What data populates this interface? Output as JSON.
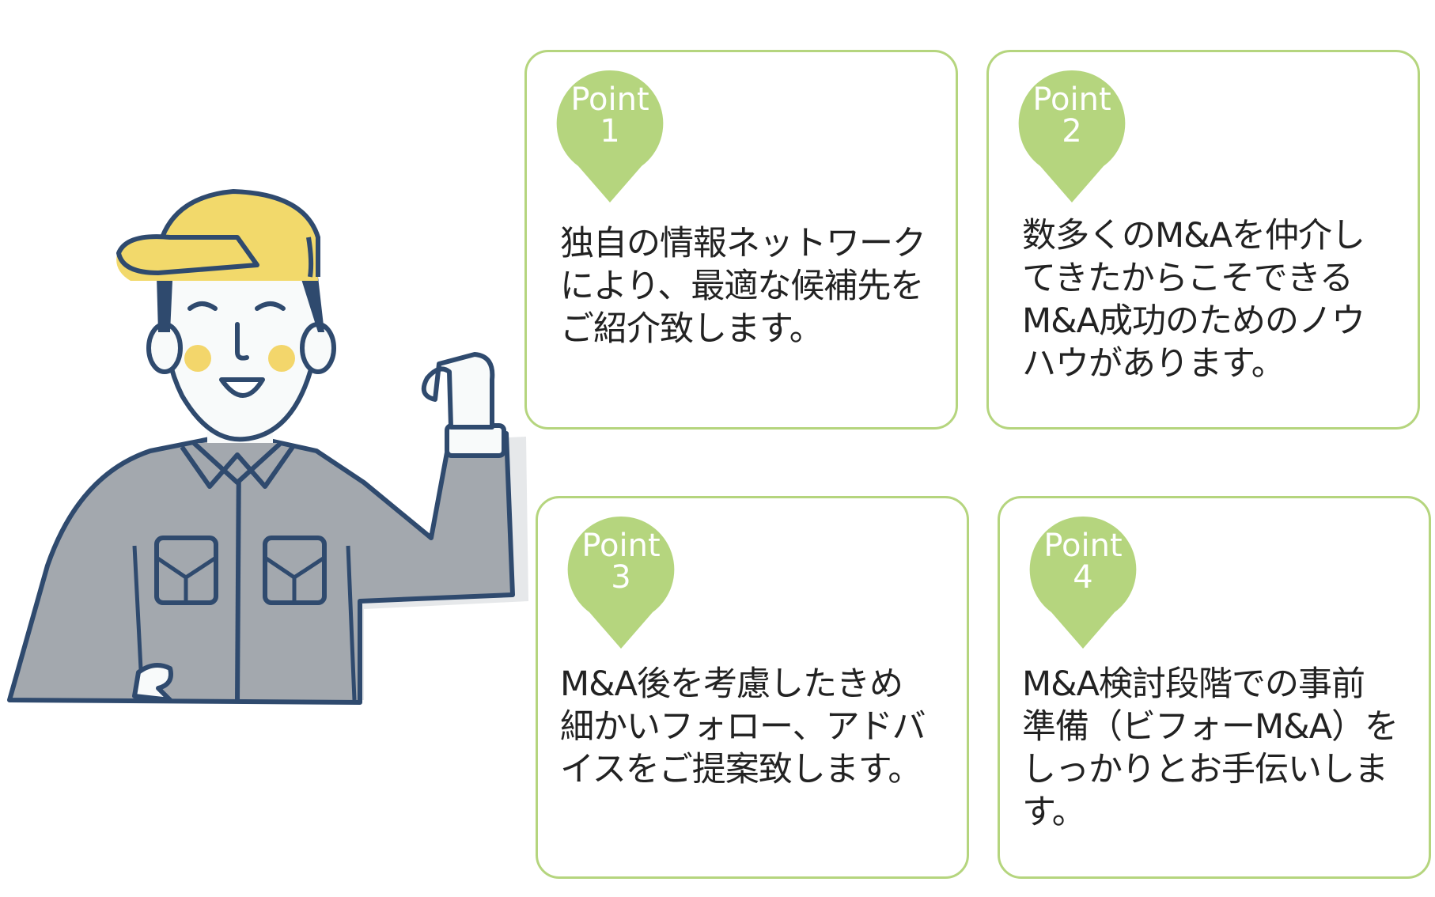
{
  "colors": {
    "accent_green": "#b5d57e",
    "outline_navy": "#2f4a6e",
    "cap_yellow": "#f2d96b",
    "cheek_yellow": "#f3d66b",
    "uniform_gray": "#a3a8ae",
    "skin_white": "#f8fafa"
  },
  "cards": [
    {
      "point_word": "Point",
      "point_num": "1",
      "text": "独自の情報ネットワーク\nにより、最適な候補先を\nご紹介致します。"
    },
    {
      "point_word": "Point",
      "point_num": "2",
      "text": "数多くのM&Aを仲介し\nてきたからこそできる\nM&A成功のためのノウ\nハウがあります。"
    },
    {
      "point_word": "Point",
      "point_num": "3",
      "text": "M&A後を考慮したきめ\n細かいフォロー、アドバ\nイスをご提案致します。"
    },
    {
      "point_word": "Point",
      "point_num": "4",
      "text": "M&A検討段階での事前\n準備（ビフォーM&A）を\nしっかりとお手伝いしま\nす。"
    }
  ]
}
